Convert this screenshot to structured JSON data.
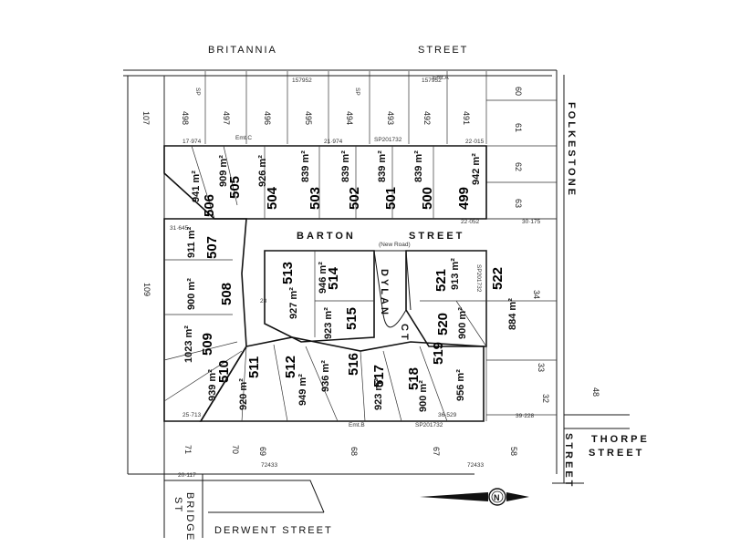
{
  "streets": {
    "britannia": "BRITANNIA",
    "street_top": "STREET",
    "folkestone": "FOLKESTONE",
    "barton": "BARTON",
    "barton_street": "STREET",
    "new_road": "(New Road)",
    "dylan": "DYLAN",
    "ct": "CT",
    "thorpe": "THORPE",
    "thorpe_street": "STREET",
    "street_right": "STREET",
    "derwent": "DERWENT STREET",
    "bridge": "BRIDGE",
    "st": "ST"
  },
  "north_arrow": "N",
  "old_lots_top": [
    "498",
    "497",
    "496",
    "495",
    "494",
    "493",
    "492",
    "491",
    "107"
  ],
  "old_lots_right": [
    "60",
    "61",
    "62",
    "63",
    "34",
    "33",
    "32",
    "48"
  ],
  "old_lots_bottom": [
    "71",
    "70",
    "69",
    "68",
    "67",
    "58"
  ],
  "old_lots_left": [
    "109"
  ],
  "lots": [
    {
      "n": "499",
      "area": "942 m²"
    },
    {
      "n": "500",
      "area": "839 m²"
    },
    {
      "n": "501",
      "area": "839 m²"
    },
    {
      "n": "502",
      "area": "839 m²"
    },
    {
      "n": "503",
      "area": "839 m²"
    },
    {
      "n": "504",
      "area": "926 m²"
    },
    {
      "n": "505",
      "area": "909 m²"
    },
    {
      "n": "506",
      "area": "941 m²"
    },
    {
      "n": "507",
      "area": "911 m²"
    },
    {
      "n": "508",
      "area": "900 m²"
    },
    {
      "n": "509",
      "area": "1023 m²"
    },
    {
      "n": "510",
      "area": "939 m²"
    },
    {
      "n": "511",
      "area": "920 m²"
    },
    {
      "n": "512",
      "area": "949 m²"
    },
    {
      "n": "513",
      "area": "927 m²"
    },
    {
      "n": "514",
      "area": "946 m²"
    },
    {
      "n": "515",
      "area": "923 m²"
    },
    {
      "n": "516",
      "area": "936 m²"
    },
    {
      "n": "517",
      "area": "923 m²"
    },
    {
      "n": "518",
      "area": "900 m²"
    },
    {
      "n": "519",
      "area": "956 m²"
    },
    {
      "n": "520",
      "area": "900 m²"
    },
    {
      "n": "521",
      "area": "913 m²"
    },
    {
      "n": "522",
      "area": "884 m²"
    }
  ],
  "easements": {
    "emt_c": "Emt.C",
    "emt_a": "Emt.A",
    "emt_b": "Emt.B",
    "sp1": "SP",
    "sp2": "SP",
    "sp201732_a": "SP201732",
    "sp201732_b": "SP201732",
    "sp201732_c": "SP201732",
    "num_157952_a": "157952",
    "num_157952_b": "157952",
    "num_72433_a": "72433",
    "num_72433_b": "72433"
  },
  "dimensions": {
    "d_21974": "21·974",
    "d_22015": "22·015",
    "d_17974": "17·974",
    "d_22052": "22·052",
    "d_31645": "31·645",
    "d_30175": "30·175",
    "d_25713": "25·713",
    "d_36529": "36·529",
    "d_39228": "39·228",
    "d_20117": "20·117",
    "d_28": "28"
  }
}
